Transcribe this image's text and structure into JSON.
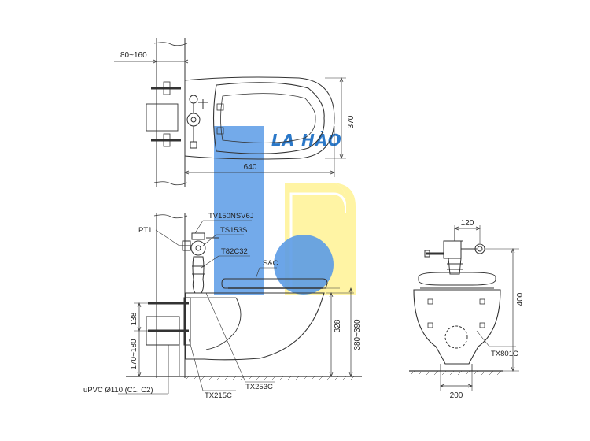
{
  "watermark": {
    "brand_text": "LA HÀO",
    "colors": {
      "blue": "#5b9be6",
      "yellow": "#fff39a",
      "text": "#2b78c8"
    }
  },
  "top_view": {
    "dim_wall": "80~160",
    "dim_width": "370",
    "dim_length": "640"
  },
  "side_view": {
    "labels": {
      "pt1": "PT1",
      "flush_valve": "TV150NSV6J",
      "stop_valve": "TS153S",
      "pipe": "T82C32",
      "seat": "S&C",
      "outlet": "uPVC Ø110 (C1, C2)",
      "bracket": "TX215C",
      "flange": "TX253C"
    },
    "dims": {
      "upper": "138",
      "lower": "170~180",
      "bowl_height": "328",
      "rim_height": "380~390"
    }
  },
  "front_view": {
    "labels": {
      "cover": "TX801C"
    },
    "dims": {
      "top": "120",
      "height": "400",
      "bottom": "200"
    }
  }
}
